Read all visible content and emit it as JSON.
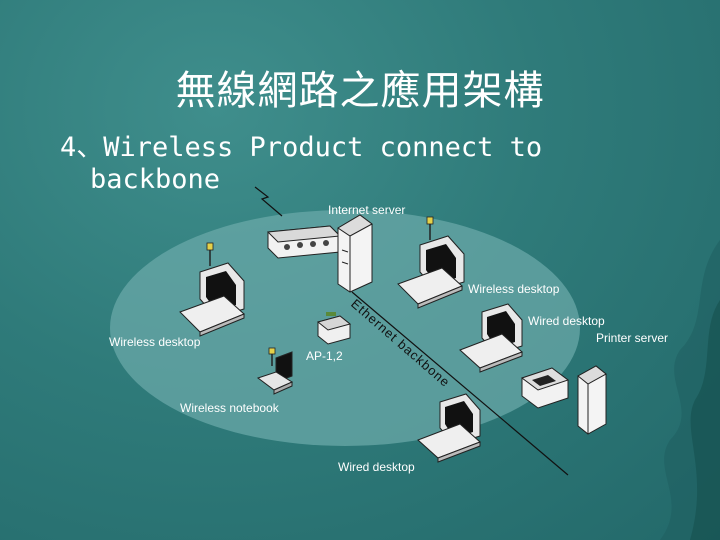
{
  "slide": {
    "title": "無線網路之應用架構",
    "subtitle_line1": "4、Wireless Product connect to",
    "subtitle_line2": "backbone"
  },
  "labels": {
    "internet_server": "Internet server",
    "wireless_desktop_right": "Wireless desktop",
    "wired_desktop_right": "Wired desktop",
    "printer_server": "Printer server",
    "wireless_desktop_left": "Wireless desktop",
    "ap": "AP-1,2",
    "wireless_notebook": "Wireless notebook",
    "wired_desktop_bottom": "Wired desktop",
    "backbone": "Ethernet backbone"
  },
  "colors": {
    "background": "#2f7b7a",
    "ellipse": "#6aa8a8",
    "text": "#ffffff"
  }
}
